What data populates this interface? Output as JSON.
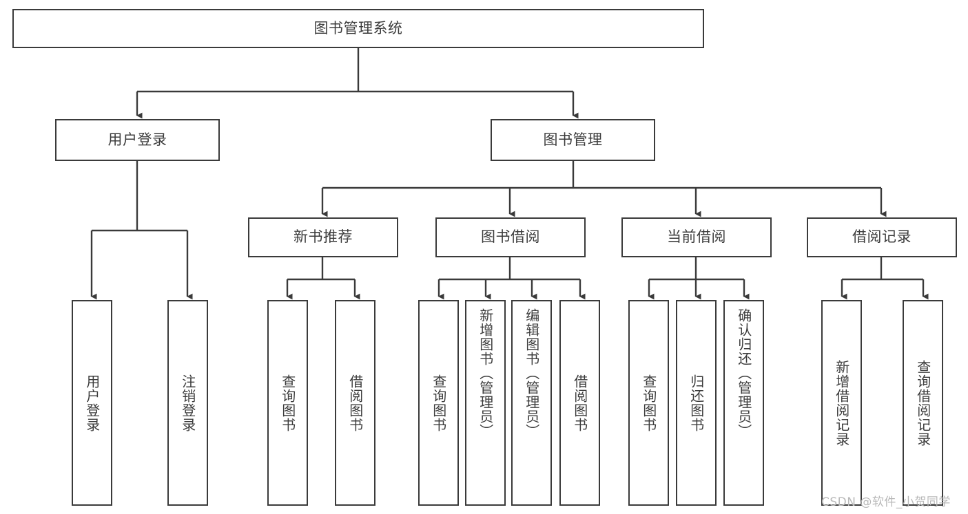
{
  "diagram": {
    "type": "tree-hierarchy",
    "title": "图书管理系统",
    "orientation": "top-down",
    "colors": {
      "border": "#3a3a3a",
      "text": "#3c3c3c",
      "background": "#ffffff",
      "connector": "#3a3a3a",
      "watermark": "#b9b9b9"
    },
    "root": {
      "label": "图书管理系统"
    },
    "level2": [
      {
        "label": "用户登录"
      },
      {
        "label": "图书管理"
      }
    ],
    "level3": [
      {
        "label": "新书推荐"
      },
      {
        "label": "图书借阅"
      },
      {
        "label": "当前借阅"
      },
      {
        "label": "借阅记录"
      }
    ],
    "leaves": {
      "user_login": [
        {
          "label": "用户登录"
        },
        {
          "label": "注销登录"
        }
      ],
      "new_book_recommend": [
        {
          "label": "查询图书"
        },
        {
          "label": "借阅图书"
        }
      ],
      "book_borrow": [
        {
          "label": "查询图书"
        },
        {
          "label": "新增图书（管理员）"
        },
        {
          "label": "编辑图书（管理员）"
        },
        {
          "label": "借阅图书"
        }
      ],
      "current_borrow": [
        {
          "label": "查询图书"
        },
        {
          "label": "归还图书"
        },
        {
          "label": "确认归还（管理员）"
        }
      ],
      "borrow_record": [
        {
          "label": "新增借阅记录"
        },
        {
          "label": "查询借阅记录"
        }
      ]
    }
  },
  "watermark": {
    "text": "CSDN @软件_小贺同学"
  }
}
